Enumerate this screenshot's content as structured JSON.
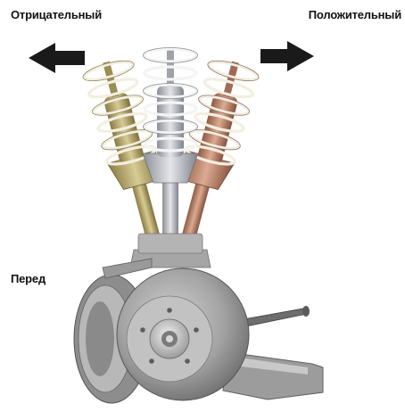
{
  "labels": {
    "negative": "Отрицательный",
    "positive": "Положительный",
    "front": "Перед"
  },
  "colors": {
    "background": "#ffffff",
    "text": "#111111",
    "arrow": "#1a1a1a",
    "strut_negative": "#b7a76a",
    "strut_neutral": "#b9bcc2",
    "strut_positive": "#c0846a",
    "spring": "#f2efe0",
    "hub": "#9a9a9a"
  },
  "icons": {
    "left_arrow": "arrow-left-icon",
    "right_arrow": "arrow-right-icon"
  }
}
